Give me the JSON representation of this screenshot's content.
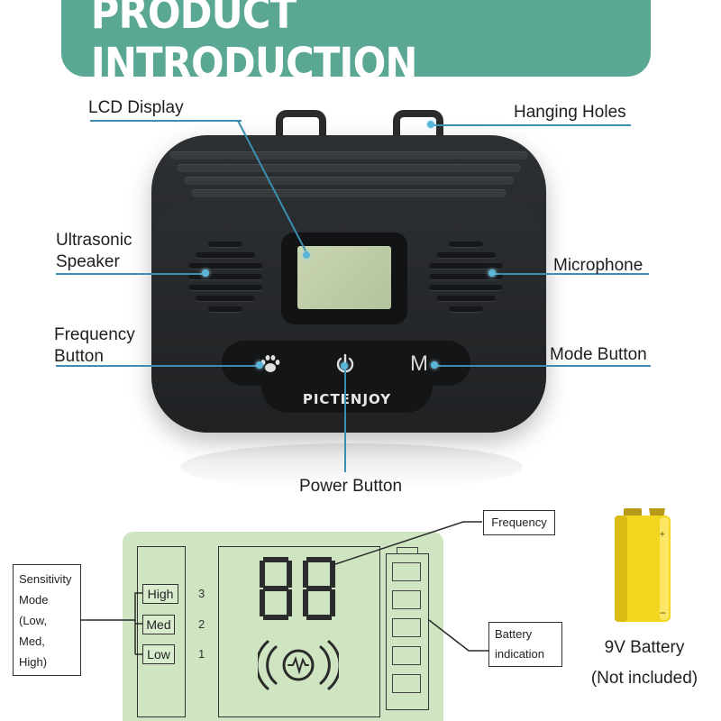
{
  "banner": {
    "title": "PRODUCT INTRODUCTION"
  },
  "callouts": {
    "lcd": "LCD Display",
    "hanging": "Hanging Holes",
    "speaker_line1": "Ultrasonic",
    "speaker_line2": "Speaker",
    "microphone": "Microphone",
    "freq_line1": "Frequency",
    "freq_line2": "Button",
    "mode": "Mode Button",
    "power": "Power Button"
  },
  "device": {
    "brand": "PICTENJOY",
    "mode_key": "M",
    "power_icon": "power-icon",
    "frequency_icon": "paw-icon"
  },
  "diagram": {
    "frequency_label": "Frequency",
    "battery_line1": "Battery",
    "battery_line2": "indication",
    "sensitivity_lines": [
      "Sensitivity",
      "Mode",
      "(Low,",
      "Med,",
      "High)"
    ],
    "levels": [
      {
        "label": "High",
        "num": "3"
      },
      {
        "label": "Med",
        "num": "2"
      },
      {
        "label": "Low",
        "num": "1"
      }
    ],
    "sound_icon": "ultrasonic-wave-icon"
  },
  "battery": {
    "label": "9V Battery",
    "note": "(Not included)"
  },
  "colors": {
    "banner": "#5aa893",
    "lcd_panel": "#cfe5c2",
    "pointer": "#3a8fb0",
    "battery_yellow": "#f2d51f"
  }
}
